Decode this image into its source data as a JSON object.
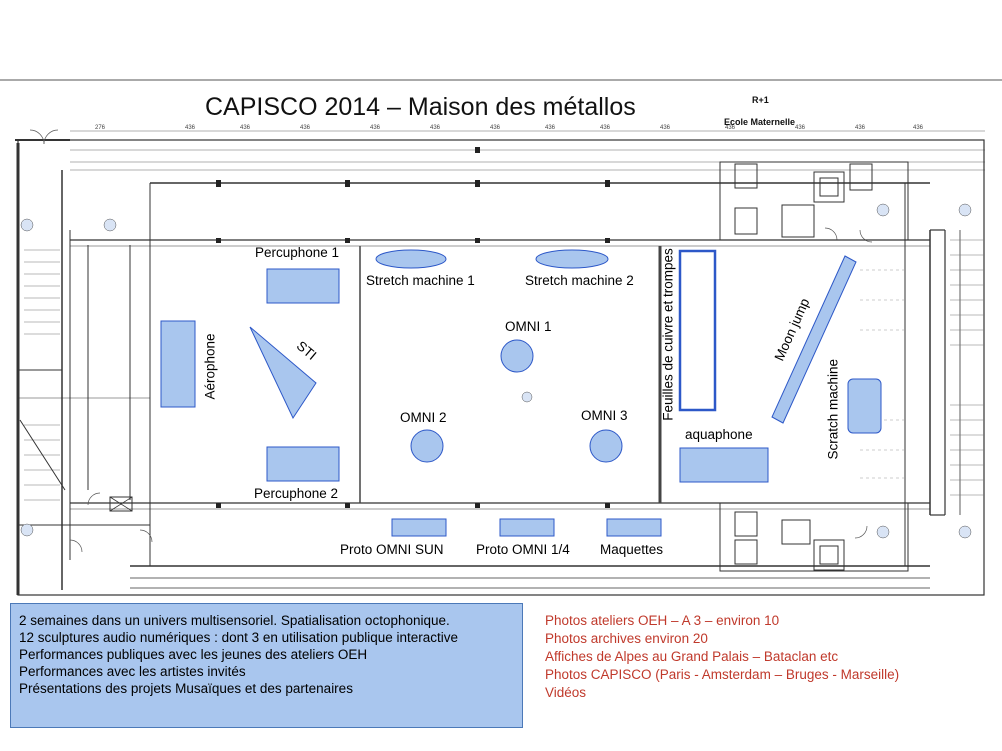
{
  "title": "CAPISCO 2014  – Maison des métallos",
  "header_right": {
    "floor": "R+1",
    "school": "Ecole Maternelle"
  },
  "zones": [
    {
      "id": "percuphone-1",
      "label": "Percuphone 1"
    },
    {
      "id": "percuphone-2",
      "label": "Percuphone 2"
    },
    {
      "id": "aerophone",
      "label": "Aérophone"
    },
    {
      "id": "sti",
      "label": "STI"
    },
    {
      "id": "stretch-1",
      "label": "Stretch machine 1"
    },
    {
      "id": "stretch-2",
      "label": "Stretch machine 2"
    },
    {
      "id": "omni-1",
      "label": "OMNI 1"
    },
    {
      "id": "omni-2",
      "label": "OMNI 2"
    },
    {
      "id": "omni-3",
      "label": "OMNI 3"
    },
    {
      "id": "feuilles",
      "label": "Feuilles de cuivre et trompes"
    },
    {
      "id": "aquaphone",
      "label": "aquaphone"
    },
    {
      "id": "moon-jump",
      "label": "Moon jump"
    },
    {
      "id": "scratch",
      "label": "Scratch machine"
    },
    {
      "id": "proto-sun",
      "label": "Proto OMNI SUN"
    },
    {
      "id": "proto-quarter",
      "label": "Proto OMNI 1/4"
    },
    {
      "id": "maquettes",
      "label": "Maquettes"
    }
  ],
  "info_box": [
    "2 semaines dans un univers multisensoriel. Spatialisation octophonique.",
    "12 sculptures audio numériques : dont 3 en utilisation publique interactive",
    "Performances publiques avec les jeunes des ateliers OEH",
    "Performances avec les artistes invités",
    "Présentations des projets Musaïques et des partenaires"
  ],
  "red_list": [
    "Photos ateliers OEH – A 3 – environ 10",
    "Photos archives environ 20",
    "Affiches de Alpes au Grand Palais – Bataclan etc",
    "Photos CAPISCO (Paris - Amsterdam – Bruges - Marseille)",
    "Vidéos"
  ],
  "colors": {
    "fixture_fill": "#a9c6ee",
    "fixture_stroke": "#2d58c8",
    "wall": "#333333",
    "red_text": "#c0392b"
  }
}
